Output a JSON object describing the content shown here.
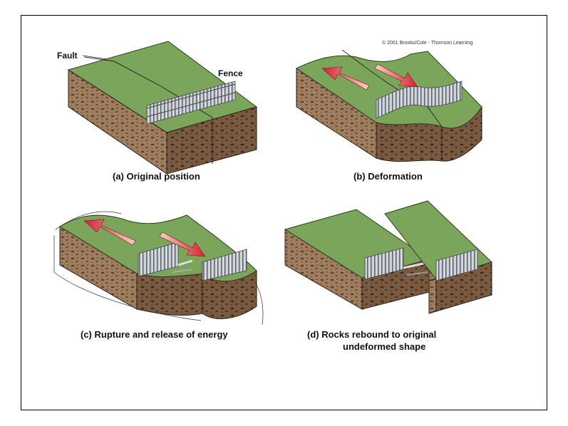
{
  "copyright": "© 2001 Brooks/Cole - Thomson Learning",
  "labels": {
    "fault": "Fault",
    "fence": "Fence"
  },
  "panels": [
    {
      "id": "a",
      "caption": "(a) Original position"
    },
    {
      "id": "b",
      "caption": "(b) Deformation"
    },
    {
      "id": "c",
      "caption": "(c) Rupture and release of energy"
    },
    {
      "id": "d",
      "caption_line1": "(d) Rocks rebound to original",
      "caption_line2": "undeformed shape"
    }
  ],
  "colors": {
    "grass": "#7aa55a",
    "grass_dark": "#5f8a44",
    "soil": "#9b7a5e",
    "soil_dark": "#6b4e38",
    "arrow": "#d9243a",
    "arrow_light": "#f4c8b8",
    "fence": "#b8bcc4"
  }
}
